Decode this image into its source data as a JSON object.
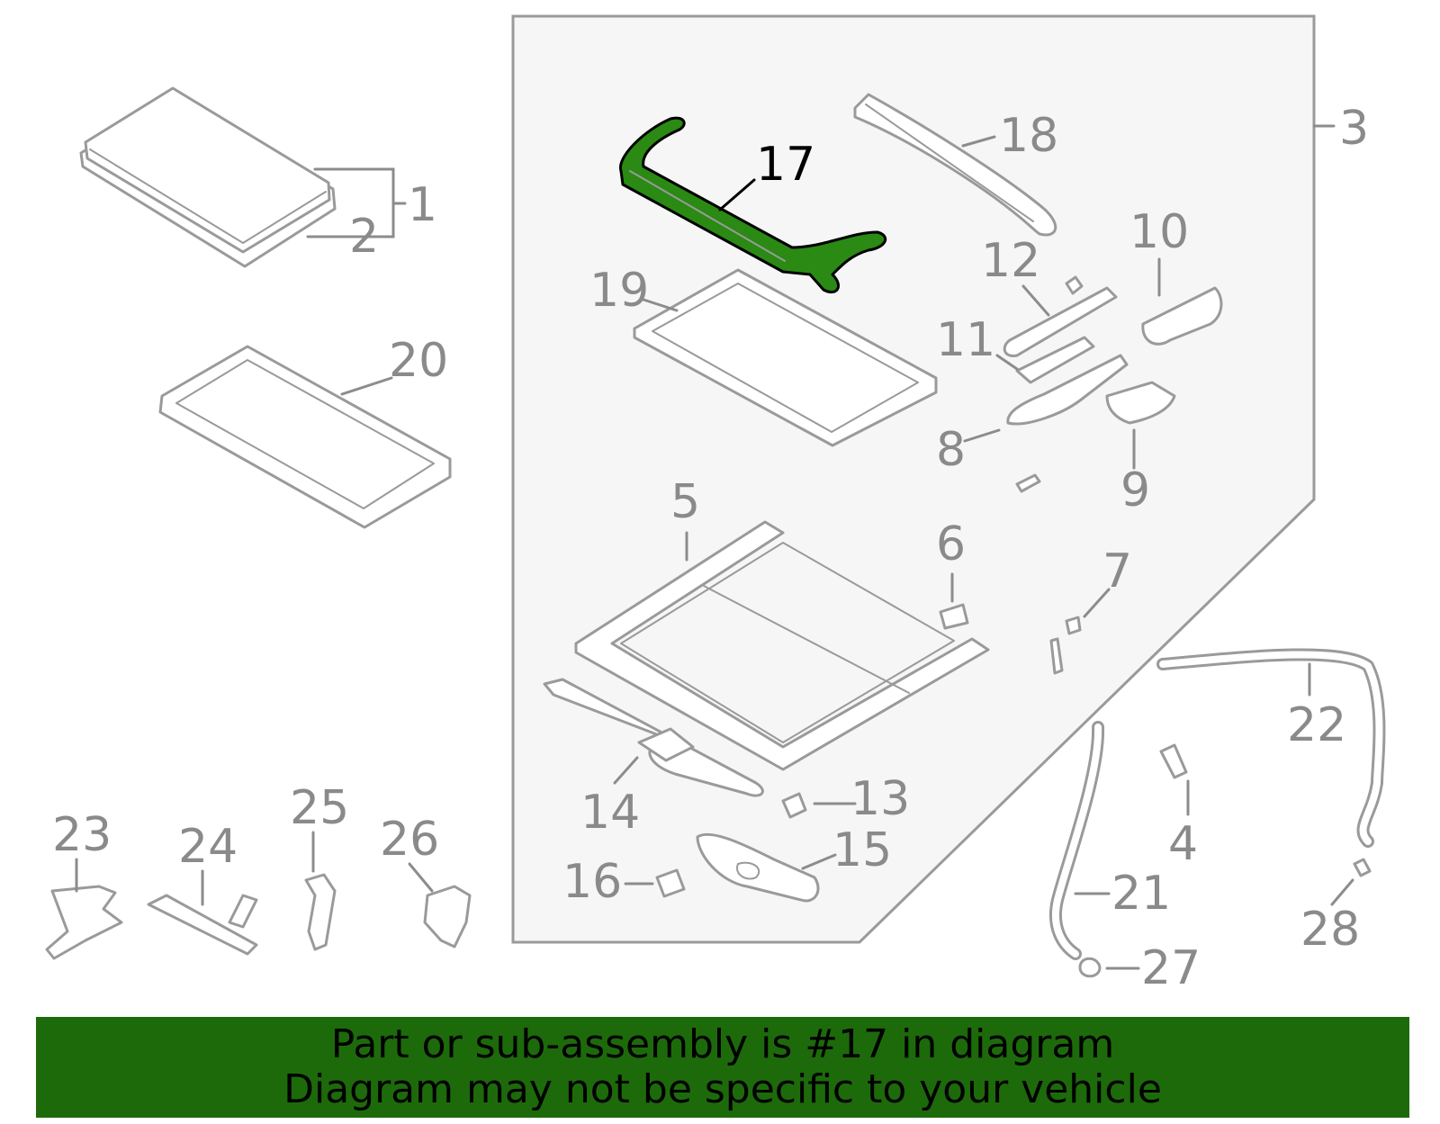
{
  "diagram": {
    "highlight_color": "#2a8a14",
    "line_color": "#9a9a9a",
    "group_bg": "#f6f6f6",
    "highlighted_part": "17",
    "callouts": {
      "p1": "1",
      "p2": "2",
      "p3": "3",
      "p4": "4",
      "p5": "5",
      "p6": "6",
      "p7": "7",
      "p8": "8",
      "p9": "9",
      "p10": "10",
      "p11": "11",
      "p12": "12",
      "p13": "13",
      "p14": "14",
      "p15": "15",
      "p16": "16",
      "p17": "17",
      "p18": "18",
      "p19": "19",
      "p20": "20",
      "p21": "21",
      "p22": "22",
      "p23": "23",
      "p24": "24",
      "p25": "25",
      "p26": "26",
      "p27": "27",
      "p28": "28"
    }
  },
  "banner": {
    "color": "#1d6a0b",
    "line1": "Part or sub-assembly is #17 in diagram",
    "line2": "Diagram may not be specific to your vehicle"
  }
}
